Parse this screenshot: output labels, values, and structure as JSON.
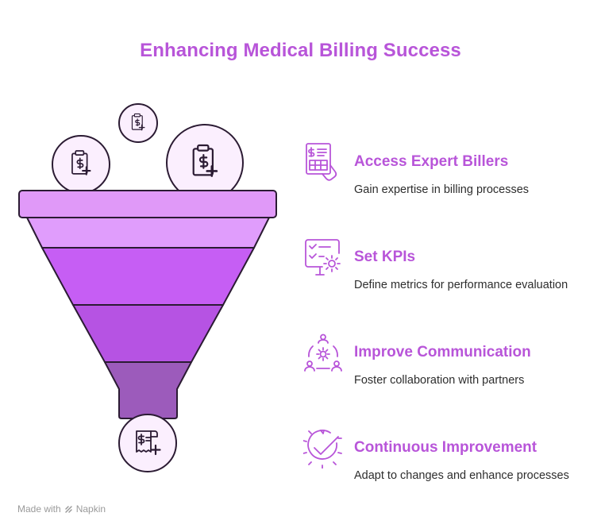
{
  "title": "Enhancing Medical Billing Success",
  "colors": {
    "accent": "#b855d9",
    "rim": "#e099f8",
    "layer1": "#e09dfc",
    "layer2": "#c65ef4",
    "layer3": "#b653e3",
    "layer4": "#9c5bbb",
    "circle_fill": "#fbeffe",
    "outline": "#2b1b33"
  },
  "funnel": {
    "top_icons": [
      "billing-clipboard-icon",
      "billing-clipboard-icon",
      "billing-clipboard-icon"
    ],
    "bottom_icon": "billing-receipt-icon"
  },
  "steps": [
    {
      "icon": "billing-form-hand-icon",
      "heading": "Access Expert Billers",
      "description": "Gain expertise in billing processes"
    },
    {
      "icon": "checklist-gear-icon",
      "heading": "Set KPIs",
      "description": "Define metrics for performance evaluation"
    },
    {
      "icon": "team-gear-icon",
      "heading": "Improve Communication",
      "description": "Foster collaboration with partners"
    },
    {
      "icon": "gear-check-icon",
      "heading": "Continuous Improvement",
      "description": "Adapt to changes and enhance processes"
    }
  ],
  "footer": {
    "made_with": "Made with",
    "brand": "Napkin"
  }
}
